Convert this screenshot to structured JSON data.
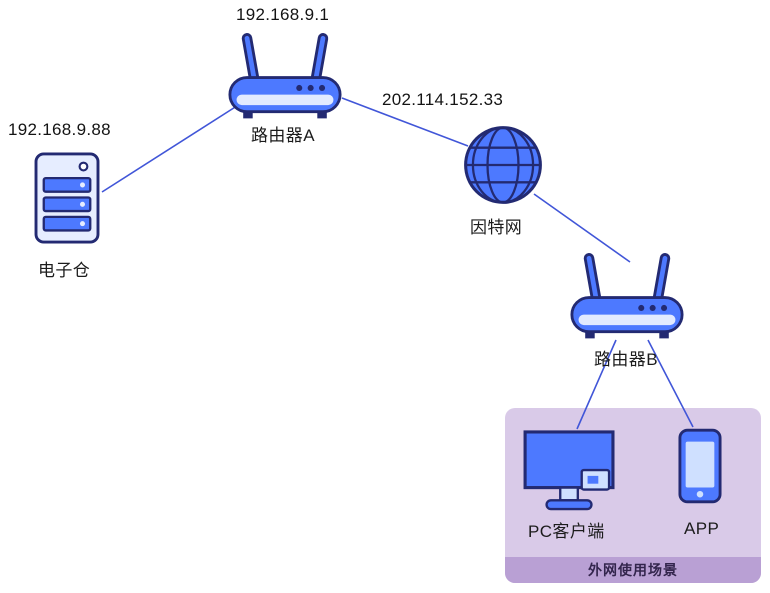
{
  "diagram": {
    "nodes": {
      "server": {
        "ip": "192.168.9.88",
        "label": "电子仓",
        "icon": "server-icon"
      },
      "router_a": {
        "ip": "192.168.9.1",
        "label": "路由器A",
        "icon": "router-icon"
      },
      "internet": {
        "ip": "202.114.152.33",
        "label": "因特网",
        "icon": "globe-icon"
      },
      "router_b": {
        "label": "路由器B",
        "icon": "router-icon"
      },
      "pc_client": {
        "label": "PC客户端",
        "icon": "monitor-icon"
      },
      "app": {
        "label": "APP",
        "icon": "smartphone-icon"
      }
    },
    "group": {
      "label": "外网使用场景"
    },
    "connections": [
      {
        "from": "server",
        "to": "router_a"
      },
      {
        "from": "router_a",
        "to": "internet"
      },
      {
        "from": "internet",
        "to": "router_b"
      },
      {
        "from": "router_b",
        "to": "pc_client"
      },
      {
        "from": "router_b",
        "to": "app"
      }
    ],
    "colors": {
      "device_fill": "#4d79ff",
      "device_light": "#cfe0ff",
      "device_outline": "#232a72",
      "connector": "#4156d8",
      "group_bg": "#d9cae8",
      "group_footer_bg": "#b9a0d4",
      "text": "#1c1c1c",
      "background": "#ffffff"
    }
  }
}
